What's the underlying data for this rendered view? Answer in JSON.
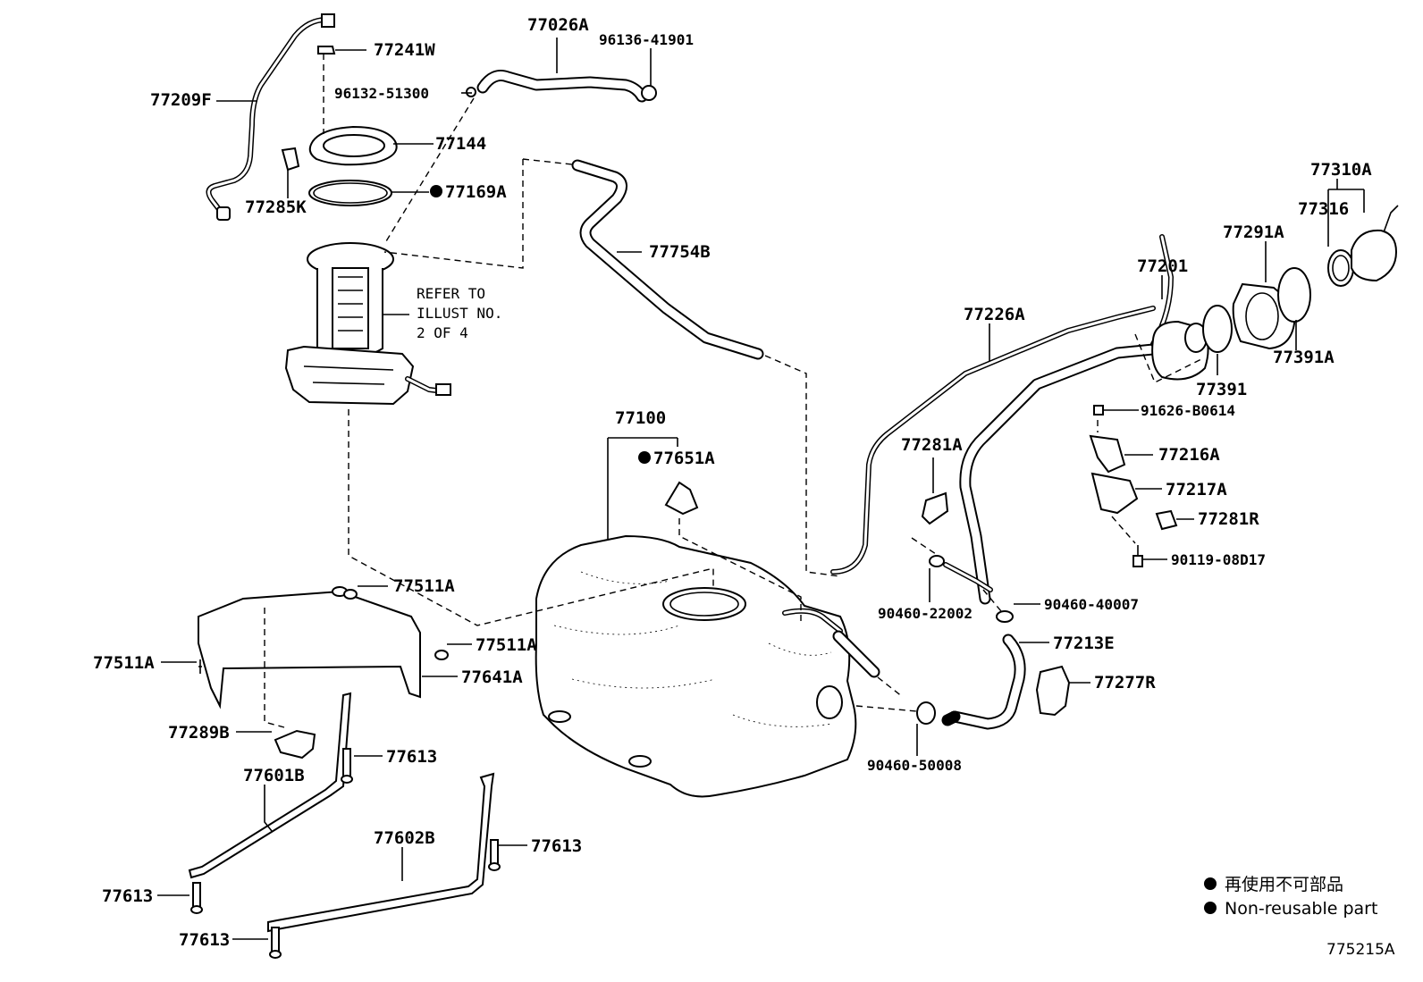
{
  "diagram_id": "775215A",
  "labels": {
    "p77026A": "77026A",
    "p96136_41901": "96136-41901",
    "p77241W": "77241W",
    "p77209F": "77209F",
    "p96132_51300": "96132-51300",
    "p77144": "77144",
    "p77285K": "77285K",
    "p77169A": "77169A",
    "p77754B": "77754B",
    "p77310A": "77310A",
    "p77316": "77316",
    "p77291A": "77291A",
    "p77201": "77201",
    "p77226A": "77226A",
    "p77391": "77391",
    "p77391A": "77391A",
    "p91626_B0614": "91626-B0614",
    "p77216A": "77216A",
    "p77217A": "77217A",
    "p77281R": "77281R",
    "p90119_08D17": "90119-08D17",
    "p77281A": "77281A",
    "p90460_40007": "90460-40007",
    "p90460_22002": "90460-22002",
    "p77213E": "77213E",
    "p77277R": "77277R",
    "p90460_50008": "90460-50008",
    "p77100": "77100",
    "p77651A": "77651A",
    "p77511A_top": "77511A",
    "p77511A_right": "77511A",
    "p77511A_left": "77511A",
    "p77641A": "77641A",
    "p77289B": "77289B",
    "p77613_a": "77613",
    "p77601B": "77601B",
    "p77602B": "77602B",
    "p77613_b": "77613",
    "p77613_c": "77613",
    "p77613_d": "77613"
  },
  "refer_note": {
    "line1": "REFER TO",
    "line2": "ILLUST NO.",
    "line3": "2 OF 4"
  },
  "legend": {
    "japanese": "再使用不可部品",
    "english": "Non-reusable part"
  }
}
